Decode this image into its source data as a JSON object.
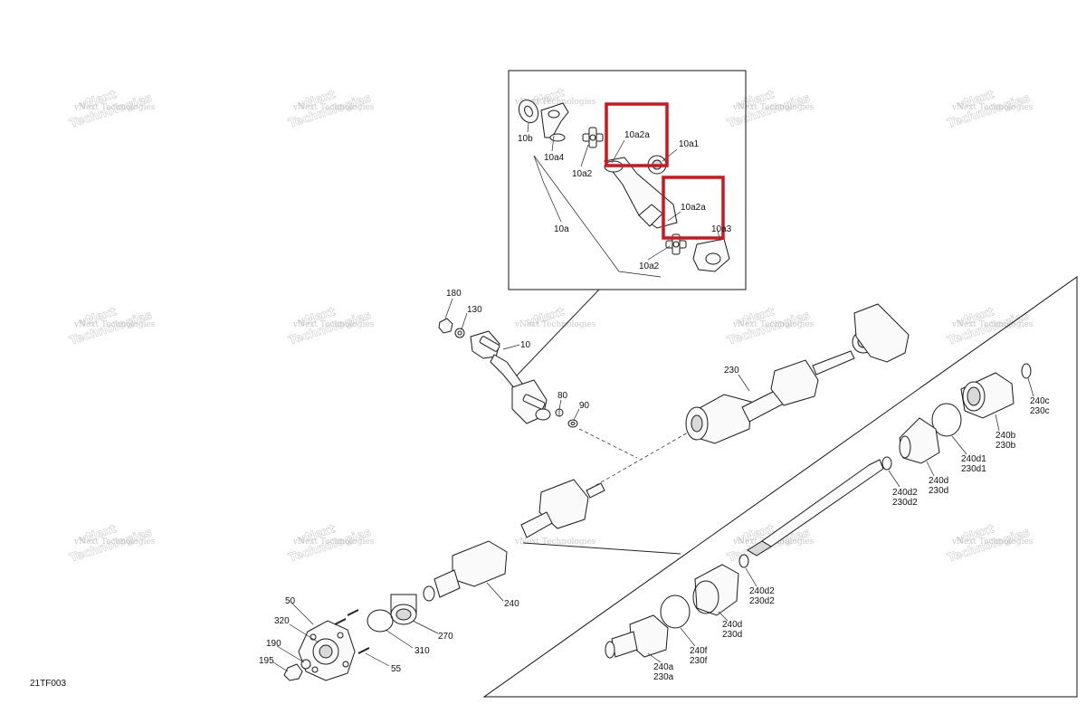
{
  "figure_code": "21TF003",
  "watermark": {
    "line1": "vNext",
    "line2": "Technologies",
    "full": "vNext Technologies"
  },
  "highlight_color": "#d0161c",
  "inset_labels": {
    "l10b": "10b",
    "l10a4": "10a4",
    "l10a2_top": "10a2",
    "l10a2a_top": "10a2a",
    "l10a1": "10a1",
    "l10a": "10a",
    "l10a2a_bottom": "10a2a",
    "l10a3": "10a3",
    "l10a2_bottom": "10a2"
  },
  "main_labels": {
    "l180": "180",
    "l130": "130",
    "l10": "10",
    "l80": "80",
    "l90": "90",
    "l230": "230",
    "l240": "240",
    "l270": "270",
    "l310": "310",
    "l50": "50",
    "l320": "320",
    "l190": "190",
    "l195": "195",
    "l55": "55"
  },
  "detail_labels": {
    "l240c": "240c",
    "l230c": "230c",
    "l240b": "240b",
    "l230b": "230b",
    "l240d1": "240d1",
    "l230d1": "230d1",
    "l240d": "240d",
    "l230d": "230d",
    "l240d2": "240d2",
    "l230d2": "230d2",
    "l240d2b": "240d2",
    "l230d2b": "230d2",
    "l240db": "240d",
    "l230db": "230d",
    "l240f": "240f",
    "l230f": "230f",
    "l240a": "240a",
    "l230a": "230a"
  }
}
